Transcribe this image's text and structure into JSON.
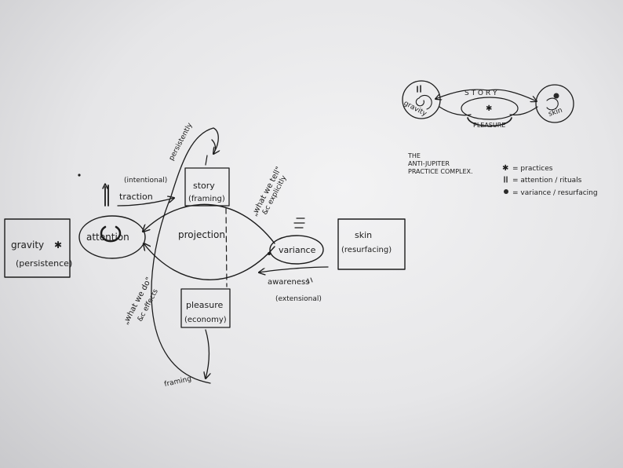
{
  "main": {
    "gravity": {
      "label": "gravity",
      "sub": "(persistence)"
    },
    "attention": {
      "label": "attention"
    },
    "intentional": "(intentional)",
    "traction": "traction",
    "story": {
      "label": "story",
      "sub": "(framing)"
    },
    "pleasure": {
      "label": "pleasure",
      "sub": "(economy)"
    },
    "projection": "projection",
    "variance": "variance",
    "skin": {
      "label": "skin",
      "sub": "(resurfacing)"
    },
    "awareness": "awareness",
    "extensional": "(extensional)",
    "what_we_tell": "„what we tell\"",
    "explicitly": "&c explicitly",
    "what_we_do": "„what we do\"",
    "effects": "&c effects",
    "arc_top": "persistently",
    "arc_bottom": "framing"
  },
  "mini": {
    "story": "S T O R Y",
    "gravity": "gravity",
    "skin": "skin",
    "pleasure": "PLEASURE"
  },
  "title": {
    "line1": "THE",
    "line2": "ANTI-JUPITER",
    "line3": "PRACTICE COMPLEX."
  },
  "legend": [
    {
      "symbol": "asterisk",
      "text": "= practices"
    },
    {
      "symbol": "double-mark",
      "text": "= attention / rituals"
    },
    {
      "symbol": "dot",
      "text": "= variance / resurfacing"
    }
  ]
}
